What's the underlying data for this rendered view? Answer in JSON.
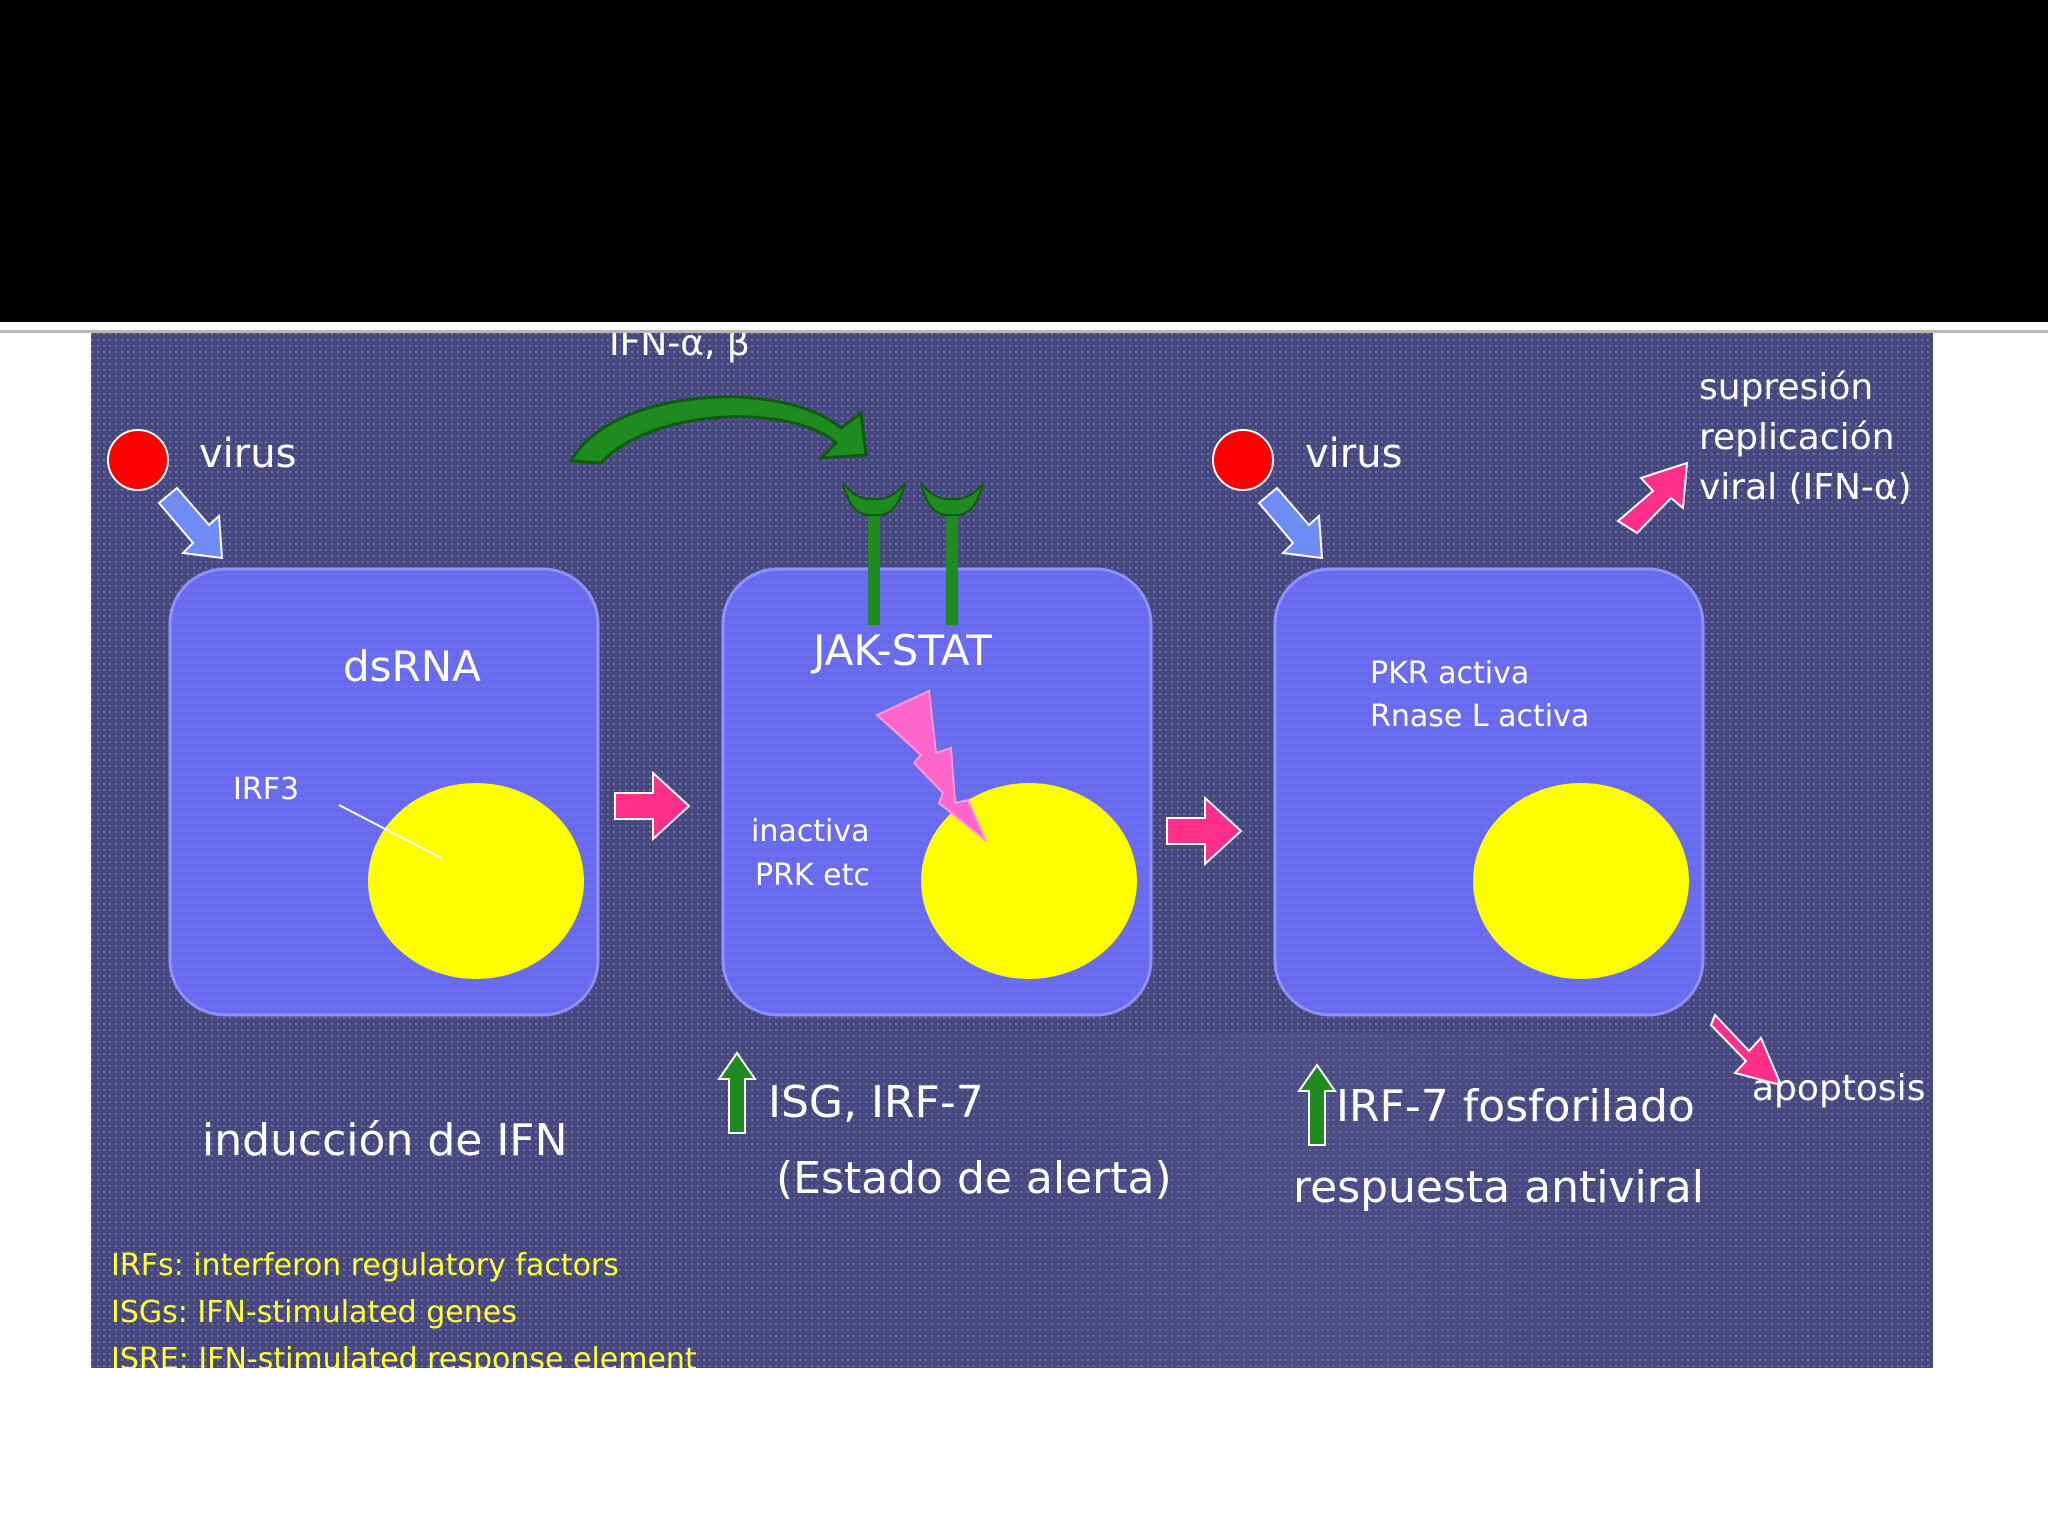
{
  "colors": {
    "background": "#46477f",
    "cell": "#6a6cf0",
    "nucleus": "#ffff00",
    "virus": "#ff0000",
    "virus_arrow": "#6f8cf5",
    "process_arrow": "#ff2f8a",
    "receptor": "#1f8a1f",
    "legend_text": "#ffff33",
    "label_text": "#ffffff"
  },
  "icons": {
    "virus": "red-circle",
    "ifn_transfer": "curved-green-arrow",
    "receptor": "y-shaped-receptor",
    "activation": "pink-lightning-bolt",
    "increase": "green-up-arrow"
  },
  "top": {
    "ifn_label": "IFN-α, β"
  },
  "cells": [
    {
      "virus_label": "virus",
      "inner_label": "dsRNA",
      "sub_label": "IRF3",
      "caption": "inducción de IFN"
    },
    {
      "inner_label": "JAK-STAT",
      "sub_label_1": "inactiva",
      "sub_label_2": "PRK etc",
      "caption_1": "ISG, IRF-7",
      "caption_2": "(Estado de alerta)"
    },
    {
      "virus_label": "virus",
      "inner_label_1": "PKR activa",
      "inner_label_2": "Rnase L activa",
      "caption_1": "IRF-7 fosforilado",
      "caption_2": "respuesta antiviral"
    }
  ],
  "outcomes": {
    "suppression_1": "supresión",
    "suppression_2": "replicación",
    "suppression_3": "viral (IFN-α)",
    "apoptosis": "apoptosis"
  },
  "legend": [
    "IRFs: interferon regulatory factors",
    "ISGs: IFN-stimulated genes",
    "ISRE: IFN-stimulated response element"
  ]
}
